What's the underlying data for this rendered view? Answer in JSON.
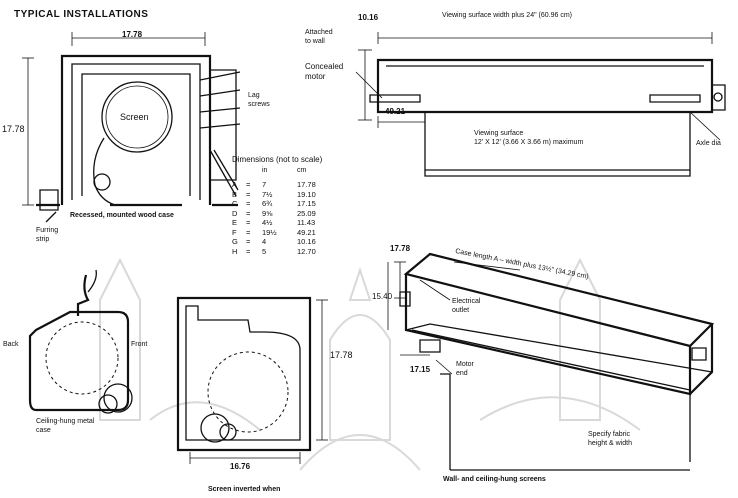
{
  "heading": "TYPICAL INSTALLATIONS",
  "recessed": {
    "dim_width": "17.78",
    "dim_height": "17.78",
    "screen": "Screen",
    "lag": "Lag\nscrews",
    "caption": "Recessed, mounted wood case",
    "furring": "Furring\nstrip"
  },
  "wall": {
    "dim_height": "10.16",
    "top_note": "Viewing surface width plus 24\" (60.96 cm)",
    "attached": "Attached\nto wall",
    "motor": "Concealed\nmotor",
    "dim_left": "49.21",
    "viewing": "Viewing surface\n12' X 12' (3.66 X 3.66 m) maximum",
    "right_label": "Axle dia"
  },
  "dimensions": {
    "title": "Dimensions (not to scale)",
    "unit_in": "in",
    "unit_cm": "cm",
    "rows": [
      {
        "l": "A",
        "eq": "=",
        "in": "7",
        "cm": "17.78"
      },
      {
        "l": "B",
        "eq": "=",
        "in": "7½",
        "cm": "19.10"
      },
      {
        "l": "C",
        "eq": "=",
        "in": "6¾",
        "cm": "17.15"
      },
      {
        "l": "D",
        "eq": "=",
        "in": "9⅝",
        "cm": "25.09"
      },
      {
        "l": "E",
        "eq": "=",
        "in": "4½",
        "cm": "11.43"
      },
      {
        "l": "F",
        "eq": "=",
        "in": "19½",
        "cm": "49.21"
      },
      {
        "l": "G",
        "eq": "=",
        "in": "4",
        "cm": "10.16"
      },
      {
        "l": "H",
        "eq": "=",
        "in": "5",
        "cm": "12.70"
      }
    ]
  },
  "ceiling": {
    "back": "Back",
    "front": "Front",
    "caption": "Ceiling-hung metal\ncase"
  },
  "inverted": {
    "dim_right": "17.78",
    "dim_bottom": "16.76",
    "caption": "Screen inverted when"
  },
  "case3d": {
    "dim_top": "17.78",
    "case_length": "Case length A – width plus 13½\" (34.29 cm)",
    "dim_left": "15.40",
    "electrical": "Electrical\noutlet",
    "dim_bottom": "17.15",
    "motor": "Motor\nend",
    "specify": "Specify fabric\nheight & width",
    "caption": "Wall- and ceiling-hung screens"
  }
}
